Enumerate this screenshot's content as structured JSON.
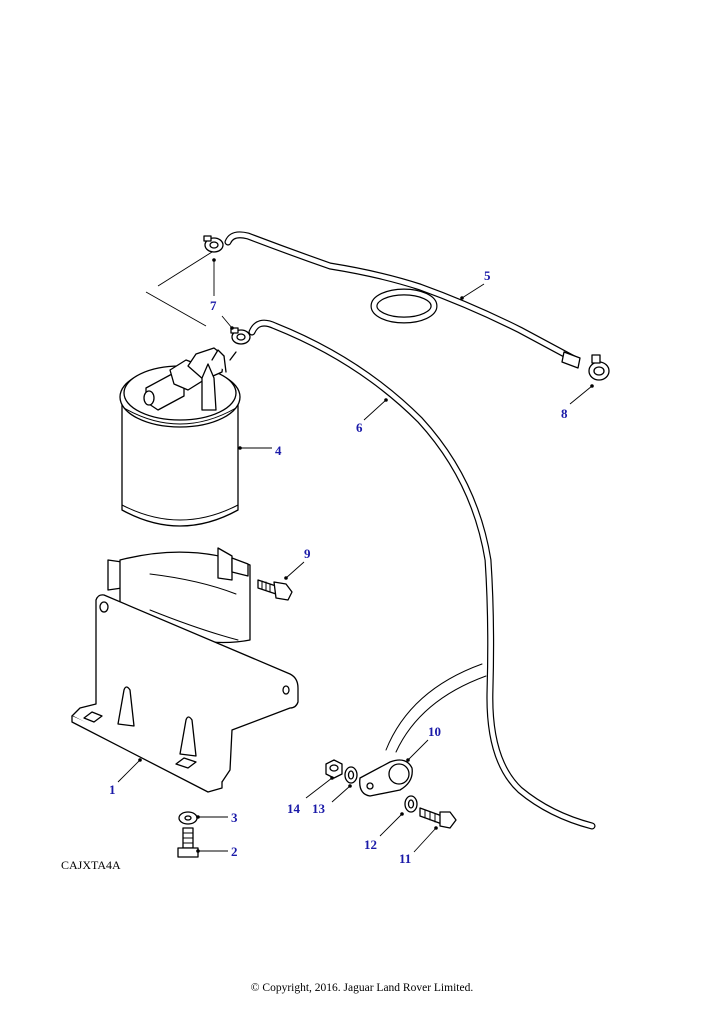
{
  "callout_color": "#1a1aa8",
  "reference_code": "CAJXTA4A",
  "copyright": "© Copyright, 2016. Jaguar Land Rover Limited.",
  "callouts": [
    {
      "id": "1",
      "label": "1"
    },
    {
      "id": "2",
      "label": "2"
    },
    {
      "id": "3",
      "label": "3"
    },
    {
      "id": "4",
      "label": "4"
    },
    {
      "id": "5",
      "label": "5"
    },
    {
      "id": "6",
      "label": "6"
    },
    {
      "id": "7",
      "label": "7"
    },
    {
      "id": "8",
      "label": "8"
    },
    {
      "id": "9",
      "label": "9"
    },
    {
      "id": "10",
      "label": "10"
    },
    {
      "id": "11",
      "label": "11"
    },
    {
      "id": "12",
      "label": "12"
    },
    {
      "id": "13",
      "label": "13"
    },
    {
      "id": "14",
      "label": "14"
    }
  ]
}
